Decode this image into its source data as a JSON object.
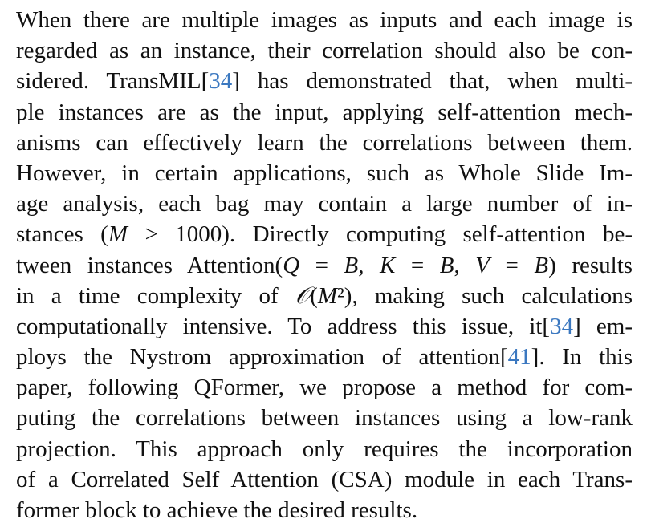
{
  "colors": {
    "text": "#111111",
    "citation": "#3b78c0"
  },
  "paragraph": [
    [
      [
        "When there are multiple images as inputs and each image is",
        ""
      ]
    ],
    [
      [
        "regarded as an instance, their correlation should also be con-",
        ""
      ]
    ],
    [
      [
        "sidered. TransMIL",
        ""
      ],
      [
        "34",
        "c"
      ],
      [
        " has demonstrated that, when multi-",
        ""
      ]
    ],
    [
      [
        "ple instances are as the input, applying self-attention mech-",
        ""
      ]
    ],
    [
      [
        "anisms can effectively learn the correlations between them.",
        ""
      ]
    ],
    [
      [
        "However, in certain applications, such as Whole Slide Im-",
        ""
      ]
    ],
    [
      [
        "age analysis, each bag may contain a large number of in-",
        ""
      ]
    ],
    [
      [
        "stances (",
        ""
      ],
      [
        "M",
        "m"
      ],
      [
        " > 1000). Directly computing self-attention be-",
        ""
      ]
    ],
    [
      [
        "tween instances Attention(",
        ""
      ],
      [
        "Q",
        "m"
      ],
      [
        " = ",
        ""
      ],
      [
        "B",
        "m"
      ],
      [
        ", ",
        ""
      ],
      [
        "K",
        "m"
      ],
      [
        " = ",
        ""
      ],
      [
        "B",
        "m"
      ],
      [
        ", ",
        ""
      ],
      [
        "V",
        "m"
      ],
      [
        " = ",
        ""
      ],
      [
        "B",
        "m"
      ],
      [
        ") results",
        ""
      ]
    ],
    [
      [
        "in a time complexity of ",
        ""
      ],
      [
        "𝒪",
        "m"
      ],
      [
        "(",
        ""
      ],
      [
        "M",
        "m"
      ],
      [
        "²), making such calculations",
        ""
      ]
    ],
    [
      [
        "computationally intensive. To address this issue, it",
        ""
      ],
      [
        "34",
        "c"
      ],
      [
        " em-",
        ""
      ]
    ],
    [
      [
        "ploys the Nystrom approximation of attention",
        ""
      ],
      [
        "41",
        "c"
      ],
      [
        ". In this",
        ""
      ]
    ],
    [
      [
        "paper, following QFormer, we propose a method for com-",
        ""
      ]
    ],
    [
      [
        "puting the correlations between instances using a low-rank",
        ""
      ]
    ],
    [
      [
        "projection. This approach only requires the incorporation",
        ""
      ]
    ],
    [
      [
        "of a Correlated Self Attention (CSA) module in each Trans-",
        ""
      ]
    ],
    [
      [
        "former block to achieve the desired results.",
        ""
      ]
    ]
  ]
}
